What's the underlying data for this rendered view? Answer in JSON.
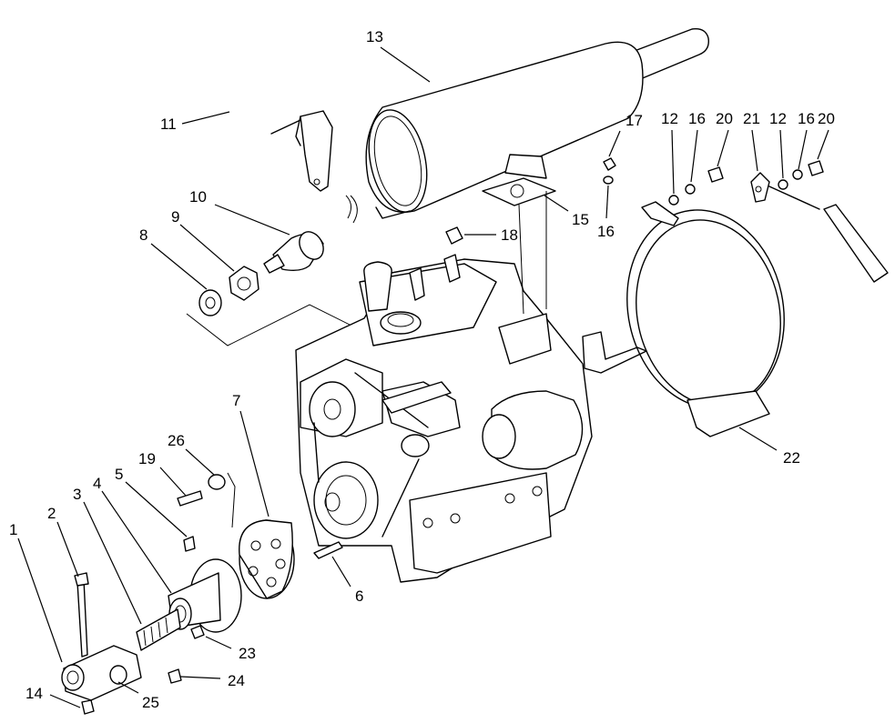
{
  "callouts": [
    {
      "id": "c1",
      "label": "1"
    },
    {
      "id": "c2",
      "label": "2"
    },
    {
      "id": "c3",
      "label": "3"
    },
    {
      "id": "c4",
      "label": "4"
    },
    {
      "id": "c5",
      "label": "5"
    },
    {
      "id": "c6",
      "label": "6"
    },
    {
      "id": "c7",
      "label": "7"
    },
    {
      "id": "c8",
      "label": "8"
    },
    {
      "id": "c9",
      "label": "9"
    },
    {
      "id": "c10",
      "label": "10"
    },
    {
      "id": "c11",
      "label": "11"
    },
    {
      "id": "c12a",
      "label": "12"
    },
    {
      "id": "c12b",
      "label": "12"
    },
    {
      "id": "c13",
      "label": "13"
    },
    {
      "id": "c14",
      "label": "14"
    },
    {
      "id": "c15",
      "label": "15"
    },
    {
      "id": "c16a",
      "label": "16"
    },
    {
      "id": "c16b",
      "label": "16"
    },
    {
      "id": "c16c",
      "label": "16"
    },
    {
      "id": "c17",
      "label": "17"
    },
    {
      "id": "c18",
      "label": "18"
    },
    {
      "id": "c19",
      "label": "19"
    },
    {
      "id": "c20a",
      "label": "20"
    },
    {
      "id": "c20b",
      "label": "20"
    },
    {
      "id": "c21",
      "label": "21"
    },
    {
      "id": "c22",
      "label": "22"
    },
    {
      "id": "c23",
      "label": "23"
    },
    {
      "id": "c24",
      "label": "24"
    },
    {
      "id": "c25",
      "label": "25"
    },
    {
      "id": "c26",
      "label": "26"
    }
  ]
}
